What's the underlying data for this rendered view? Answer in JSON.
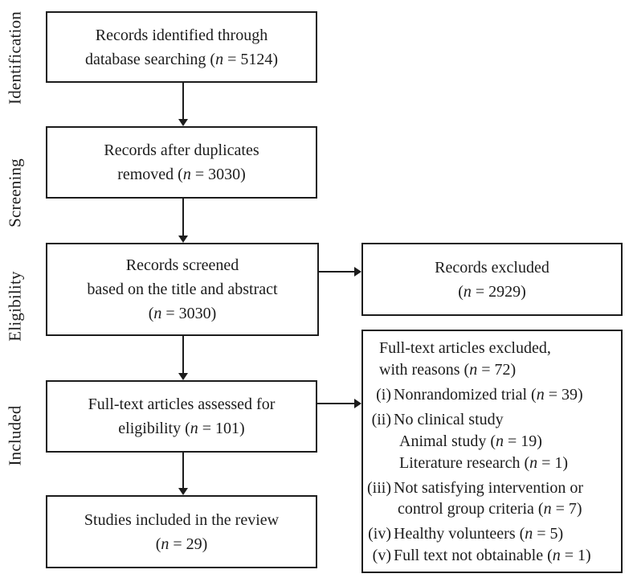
{
  "figure": {
    "kind": "prisma-flow-diagram",
    "ink_color": "#1c1c1c",
    "background_color": "#ffffff"
  },
  "stages": [
    {
      "label": "Identification"
    },
    {
      "label": "Screening"
    },
    {
      "label": "Eligibility"
    },
    {
      "label": "Included"
    }
  ],
  "flow_boxes": [
    {
      "id": "records-identified",
      "lines": [
        "Records identified through",
        "database searching (n = 5124)"
      ]
    },
    {
      "id": "duplicates-removed",
      "lines": [
        "Records after duplicates",
        "removed (n = 3030)"
      ]
    },
    {
      "id": "records-screened",
      "lines": [
        "Records screened",
        "based on the title and abstract",
        "(n = 3030)"
      ]
    },
    {
      "id": "fulltext-assessed",
      "lines": [
        "Full-text articles assessed for",
        "eligibility (n = 101)"
      ]
    },
    {
      "id": "studies-included",
      "lines": [
        "Studies included in the review",
        "(n = 29)"
      ]
    }
  ],
  "side_boxes": {
    "records_excluded": {
      "lines": [
        "Records excluded",
        "(n = 2929)"
      ]
    },
    "fulltext_excluded": {
      "rows": [
        {
          "marker": "",
          "text": "Full-text articles excluded,"
        },
        {
          "marker": "",
          "text": "with reasons (n = 72)"
        },
        {
          "marker": "(i)",
          "text": "Nonrandomized trial (n = 39)"
        },
        {
          "marker": "(ii)",
          "text": "No clinical study"
        },
        {
          "marker": "",
          "text": "Animal study (n = 19)"
        },
        {
          "marker": "",
          "text": "Literature research (n = 1)"
        },
        {
          "marker": "(iii)",
          "text": "Not satisfying intervention or"
        },
        {
          "marker": "",
          "text": "control group criteria (n = 7)"
        },
        {
          "marker": "(iv)",
          "text": "Healthy volunteers (n = 5)"
        },
        {
          "marker": "(v)",
          "text": "Full text not obtainable (n = 1)"
        }
      ]
    }
  }
}
